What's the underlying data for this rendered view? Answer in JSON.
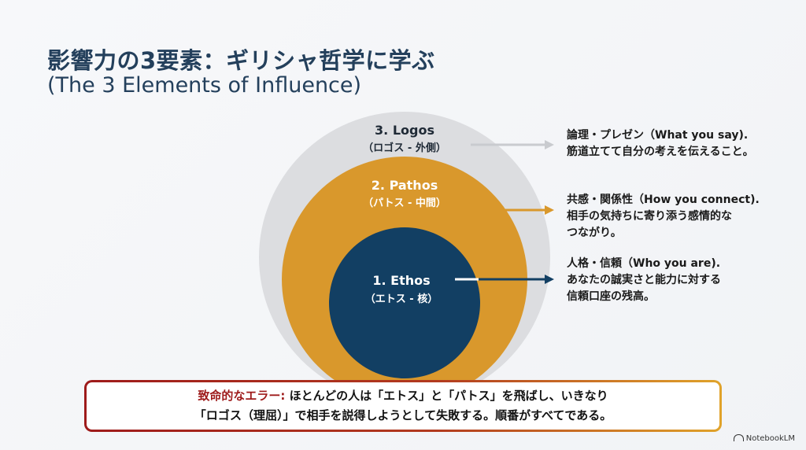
{
  "title": "影響力の3要素：ギリシャ哲学に学ぶ",
  "subtitle": "(The 3 Elements of Influence)",
  "diagram": {
    "outer": {
      "name": "3. Logos",
      "sub": "（ロゴス - 外側）",
      "color": "#dcdde0"
    },
    "middle": {
      "name": "2. Pathos",
      "sub": "（パトス - 中間）",
      "color": "#d9982c"
    },
    "inner": {
      "name": "1. Ethos",
      "sub": "（エトス - 核）",
      "color": "#123f63"
    }
  },
  "notes": [
    {
      "lines": [
        "論理・プレゼン（What you say).",
        "筋道立てて自分の考えを伝えること。"
      ]
    },
    {
      "lines": [
        "共感・関係性（How you connect).",
        "相手の気持ちに寄り添う感情的な",
        "つながり。"
      ]
    },
    {
      "lines": [
        "人格・信頼（Who you are).",
        "あなたの誠実さと能力に対する",
        "信頼口座の残高。"
      ]
    }
  ],
  "error": {
    "label": "致命的なエラー:",
    "line1": " ほとんどの人は「エトス」と「パトス」を飛ばし、いきなり",
    "line2": "「ロゴス（理屈）」で相手を説得しようとして失敗する。順番がすべてである。"
  },
  "brand": "NotebookLM",
  "colors": {
    "title": "#24405c",
    "arrow_gray": "#c9cbcf",
    "arrow_orange": "#d9982c",
    "arrow_navy": "#123f63",
    "error_red": "#9e1b1b"
  }
}
